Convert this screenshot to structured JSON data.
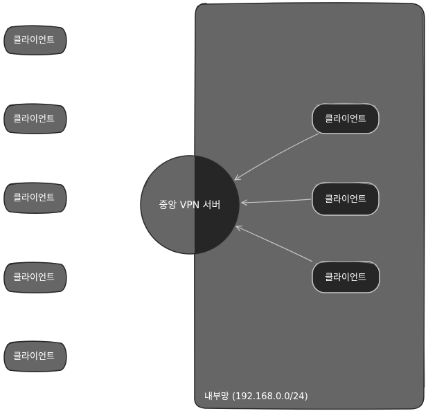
{
  "diagram": {
    "external_clients": [
      {
        "label": "클라이언트"
      },
      {
        "label": "클라이언트"
      },
      {
        "label": "클라이언트"
      },
      {
        "label": "클라이언트"
      },
      {
        "label": "클라이언트"
      }
    ],
    "internal_network": {
      "label": "내부망 (192.168.0.0/24)"
    },
    "server": {
      "label": "중앙 VPN 서버"
    },
    "internal_clients": [
      {
        "label": "클라이언트"
      },
      {
        "label": "클라이언트"
      },
      {
        "label": "클라이언트"
      }
    ],
    "colors": {
      "zone_fill": "#666666",
      "zone_stroke": "#2a2a2a",
      "external_node_fill": "#666666",
      "internal_node_fill": "#262626",
      "server_light_fill": "#666666",
      "server_dark_fill": "#262626",
      "edge": "#c8c8c8",
      "text": "#ffffff"
    }
  }
}
